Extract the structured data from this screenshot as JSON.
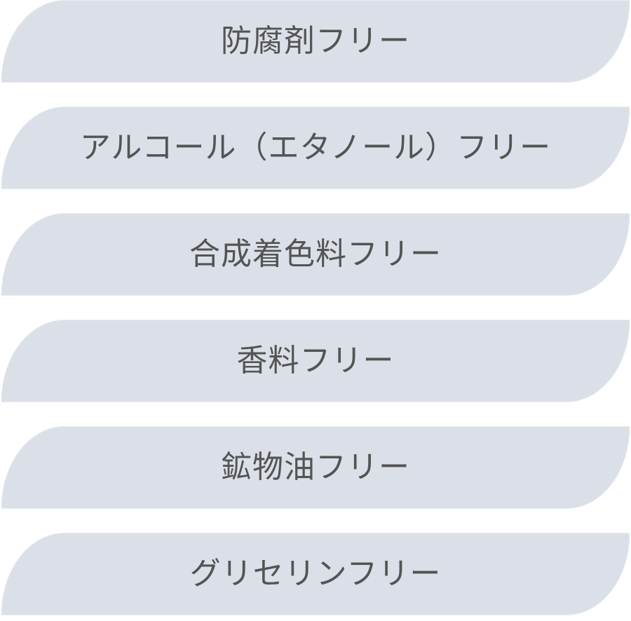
{
  "colors": {
    "band_background": "#dbe0e8",
    "text": "#545454",
    "page_background": "#ffffff"
  },
  "items": [
    {
      "label": "防腐剤フリー"
    },
    {
      "label": "アルコール（エタノール）フリー"
    },
    {
      "label": "合成着色料フリー"
    },
    {
      "label": "香料フリー"
    },
    {
      "label": "鉱物油フリー"
    },
    {
      "label": "グリセリンフリー"
    }
  ]
}
